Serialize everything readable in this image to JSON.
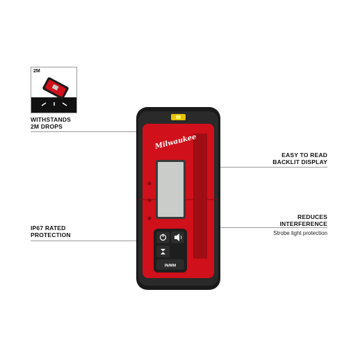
{
  "inset": {
    "label": "2M"
  },
  "callouts": {
    "drops": {
      "title": "WITHSTANDS\n2M DROPS"
    },
    "display": {
      "title": "EASY TO READ\nBACKLIT DISPLAY"
    },
    "interference": {
      "title": "REDUCES\nINTERFERENCE",
      "subtitle": "Strobe light protection"
    },
    "ip67": {
      "title": "IP67 RATED\nPROTECTION"
    }
  },
  "device": {
    "brand": "Milwaukee",
    "buttons": {
      "power_icon": "power-icon",
      "sound_icon": "speaker-icon",
      "accuracy_icon": "accuracy-icon",
      "unit_label": "IN/MM"
    }
  },
  "colors": {
    "housing_red": "#d0101a",
    "bumper_black": "#1a1a1a",
    "lcd_gray": "#c9ccc8",
    "sensor_red": "#9c0d14"
  }
}
